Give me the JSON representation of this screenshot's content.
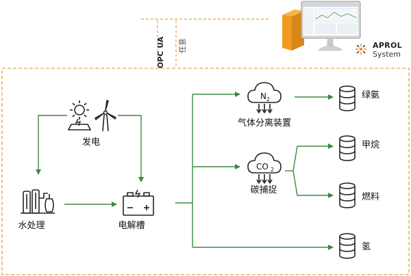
{
  "top": {
    "protocol_label": "OPC UA",
    "optional_label": "任意",
    "brand_name": "APROL",
    "brand_sub": "System"
  },
  "nodes": {
    "power_generation": "发电",
    "water_treatment": "水处理",
    "electrolyzer": "电解槽",
    "gas_separation": "气体分离装置",
    "carbon_capture": "碳捕捉",
    "n2_formula": "N",
    "n2_sub": "2",
    "co2_formula": "CO",
    "co2_sub": "2"
  },
  "outputs": {
    "green_ammonia": "绿氨",
    "methane": "甲烷",
    "fuel": "燃料",
    "hydrogen": "氢"
  },
  "colors": {
    "flow_green": "#3a8a3a",
    "border_orange": "#e8a24a",
    "pc_orange": "#f09a22"
  }
}
